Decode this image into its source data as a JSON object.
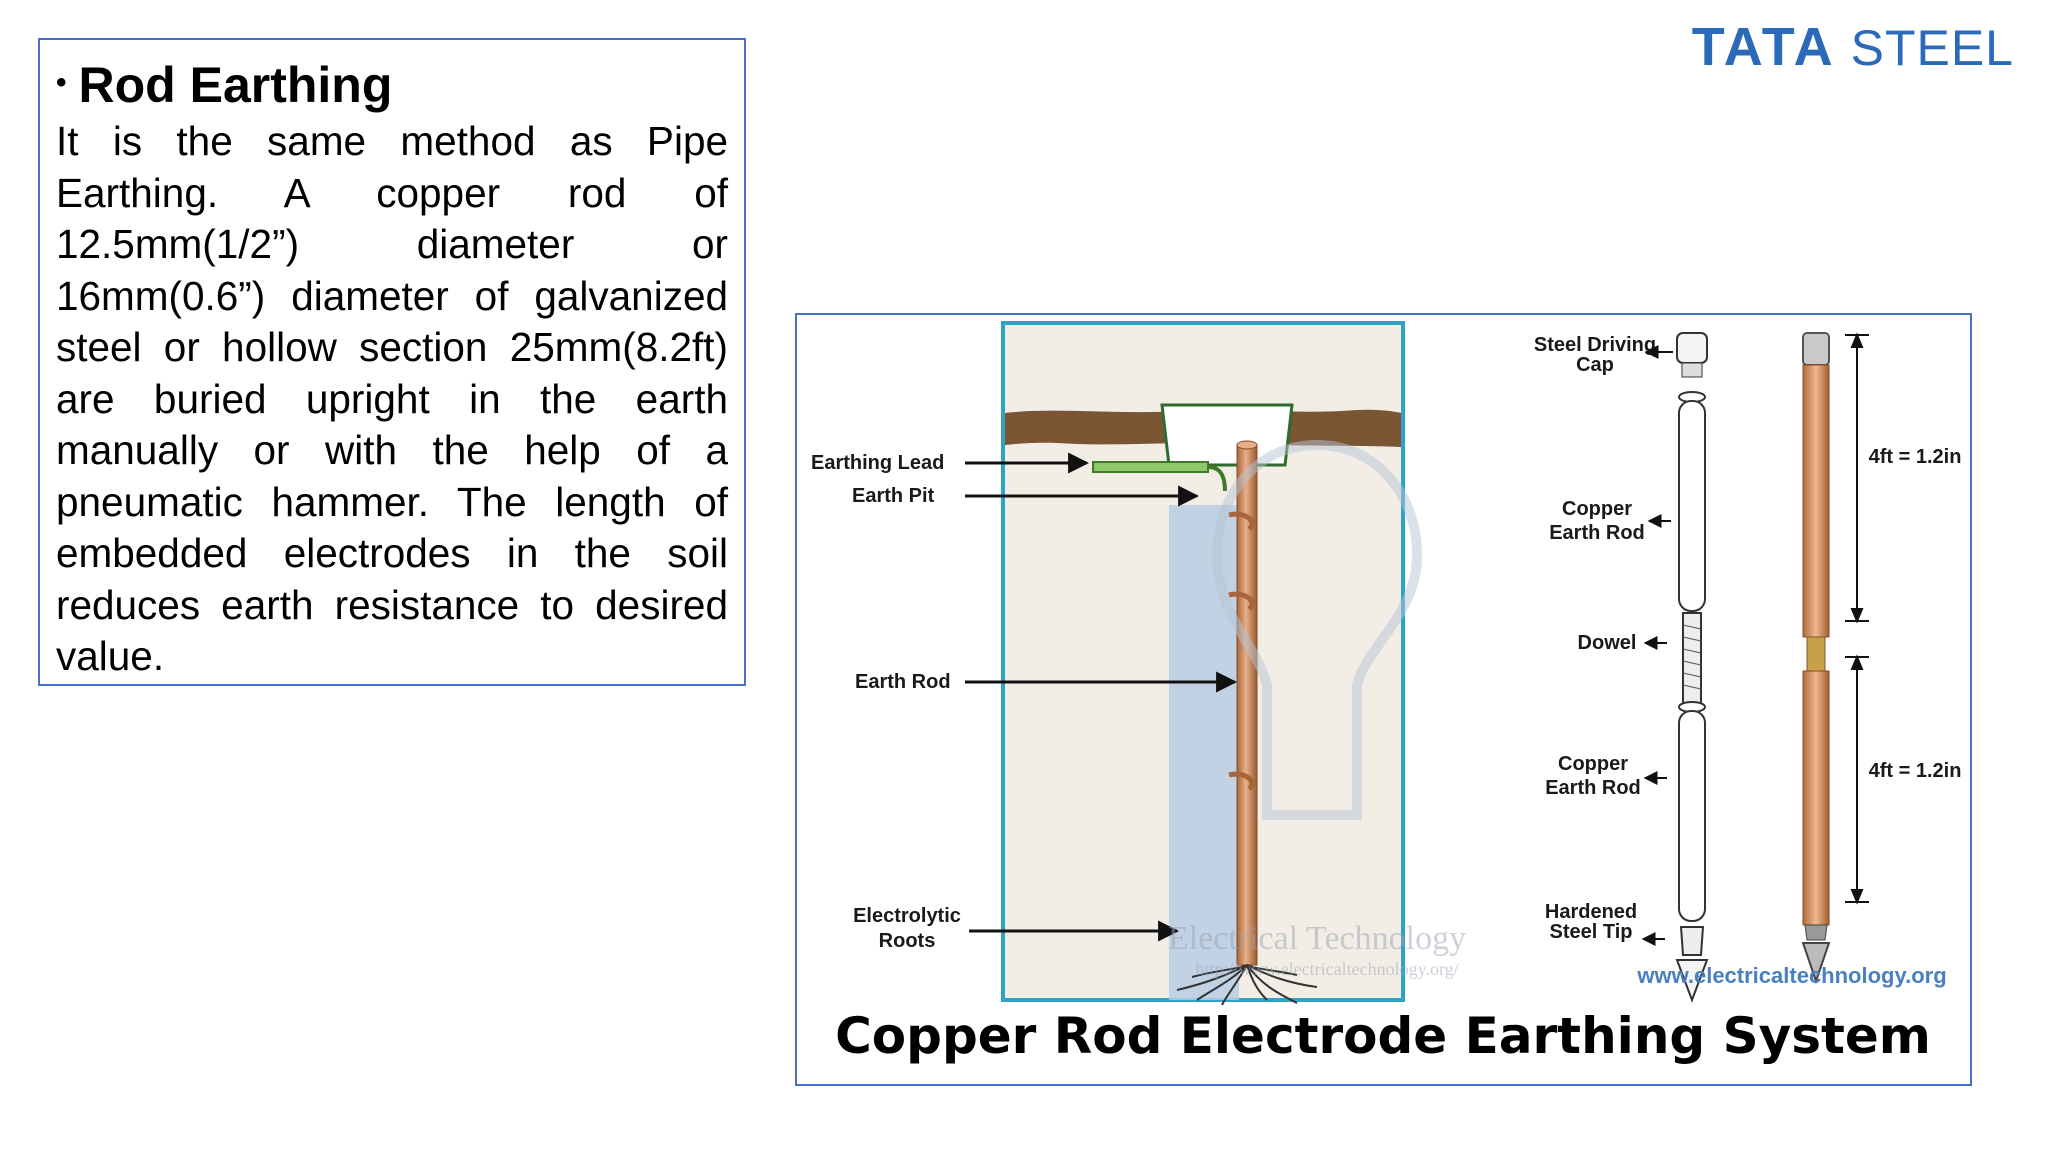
{
  "logo": {
    "brand_bold": "TATA",
    "brand_light": "STEEL"
  },
  "slide": {
    "heading": "Rod Earthing",
    "body": "It is the same method as Pipe Earthing. A copper rod of 12.5mm(1/2”) diameter or 16mm(0.6”) diameter of galvanized steel or hollow section 25mm(8.2ft) are buried upright in the earth manually or with the help of a pneumatic hammer. The length of embedded electrodes in the soil reduces earth resistance to desired value."
  },
  "figure": {
    "caption": "Copper Rod Electrode Earthing System",
    "website": "www.electricaltechnology.org",
    "watermark_name": "Electrical Technology",
    "watermark_url": "http://www.electricaltechnology.org/",
    "left_labels": {
      "earthing_lead": "Earthing Lead",
      "earth_pit": "Earth Pit",
      "earth_rod": "Earth Rod",
      "electrolytic_1": "Electrolytic",
      "electrolytic_2": "Roots"
    },
    "right_labels": {
      "cap_1": "Steel Driving",
      "cap_2": "Cap",
      "copper1_1": "Copper",
      "copper1_2": "Earth Rod",
      "dowel": "Dowel",
      "copper2_1": "Copper",
      "copper2_2": "Earth Rod",
      "tip_1": "Hardened",
      "tip_2": "Steel Tip"
    },
    "dimensions": {
      "upper": "4ft = 1.2in",
      "lower": "4ft = 1.2in"
    }
  },
  "colors": {
    "frame_blue": "#4a72c4",
    "logo_blue": "#2a6ab8",
    "soil_brown": "#7a5534",
    "copper": "#c98a5a",
    "pit_cyan": "#2fa3c6"
  }
}
